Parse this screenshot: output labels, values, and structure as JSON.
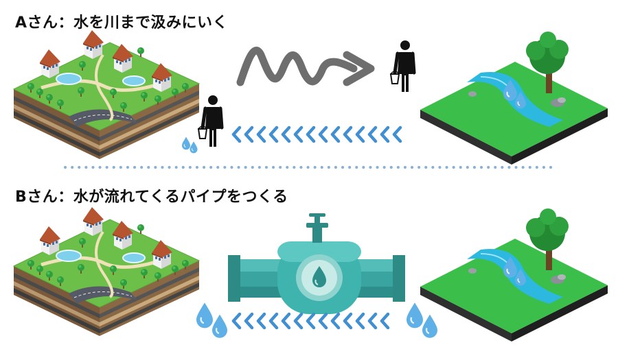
{
  "scenario_a": {
    "heading": "Aさん：水を川まで汲みにいく",
    "arrow_direction": "left"
  },
  "scenario_b": {
    "heading": "Bさん：水が流れてくるパイプをつくる",
    "arrow_direction": "left"
  },
  "colors": {
    "arrow_blue": "#3f8fd2",
    "divider_dots": "#8ab0d4",
    "pipe_teal": "#3aa5a0",
    "river_blue": "#2db8e0",
    "grass_green": "#3bbf4a",
    "squiggle_gray": "#6e6e6e"
  },
  "icons": [
    "town-block",
    "river-block",
    "person-with-bucket",
    "pipe-with-valve",
    "water-drop",
    "chevron-arrow"
  ]
}
